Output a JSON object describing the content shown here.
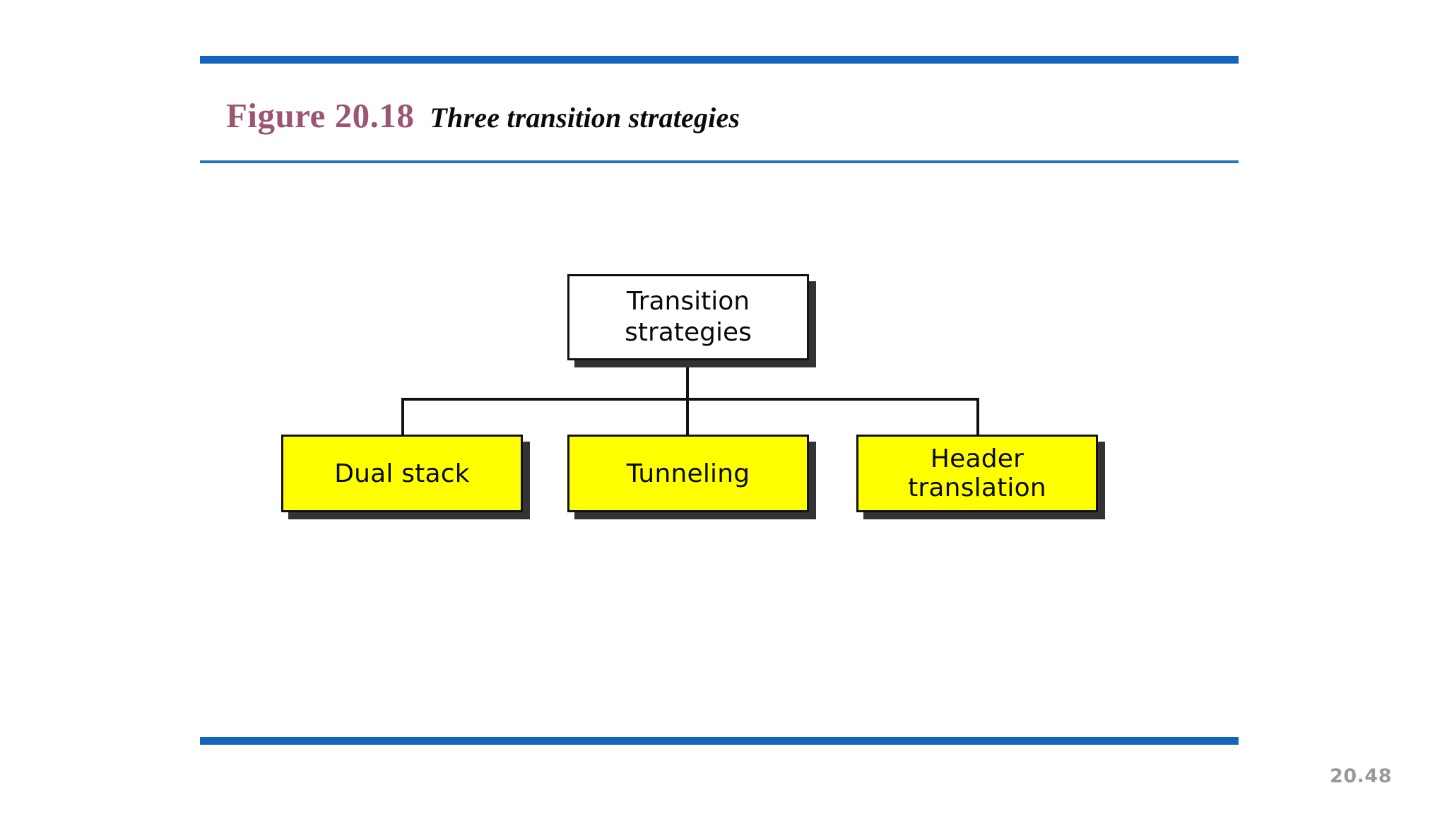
{
  "slide": {
    "page_number": "20.48",
    "background_color": "#ffffff",
    "accent_bar_color": "#1266bc",
    "accent_rule_color": "#1f76bd"
  },
  "header": {
    "figure_label": "Figure 20.18",
    "figure_label_color": "#9c5573",
    "caption": "Three transition strategies",
    "caption_color": "#0b0b0b"
  },
  "diagram": {
    "type": "tree",
    "title": "Three transition strategies",
    "root": {
      "id": "transition-strategies",
      "label_line1": "Transition",
      "label_line2": "strategies",
      "fill": "#ffffff",
      "border": "#111111",
      "shadow": "#333333"
    },
    "children": [
      {
        "id": "dual-stack",
        "label": "Dual stack",
        "fill": "#ffff00",
        "border": "#111111",
        "shadow": "#333333"
      },
      {
        "id": "tunneling",
        "label": "Tunneling",
        "fill": "#ffff00",
        "border": "#111111",
        "shadow": "#333333"
      },
      {
        "id": "header-translation",
        "label": "Header translation",
        "fill": "#ffff00",
        "border": "#111111",
        "shadow": "#333333"
      }
    ],
    "connector_color": "#111111"
  }
}
